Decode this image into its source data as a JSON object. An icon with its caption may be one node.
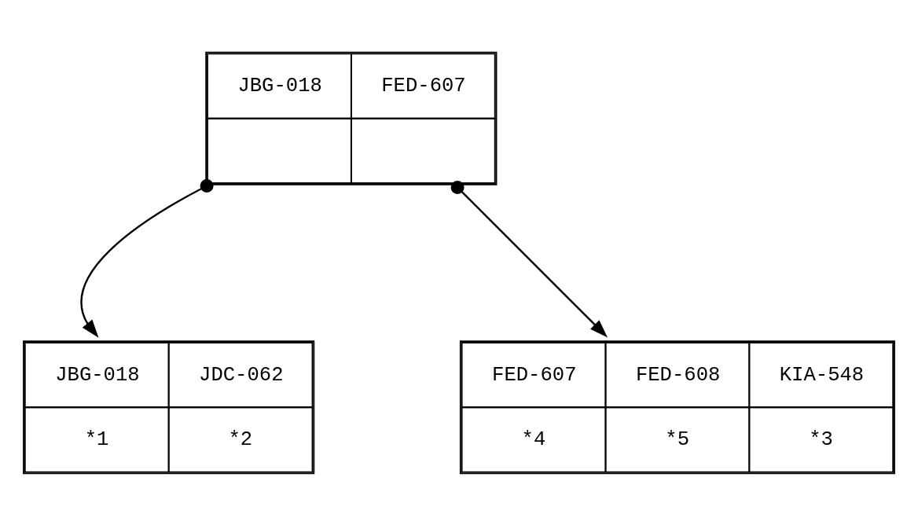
{
  "diagram": {
    "nodes": [
      {
        "text": [
          "JBG-018",
          "FED-607"
        ]
      },
      {
        "text": [
          "JBG-018",
          "JDC-062",
          "*1",
          "*2"
        ]
      },
      {
        "text": [
          "FED-607",
          "FED-608",
          "KIA-548",
          "*4",
          "*5",
          "*3"
        ]
      }
    ],
    "edges": [
      {
        "from": 0,
        "to": 1,
        "arrow": "to"
      },
      {
        "from": 0,
        "to": 2,
        "arrow": "to"
      }
    ]
  }
}
